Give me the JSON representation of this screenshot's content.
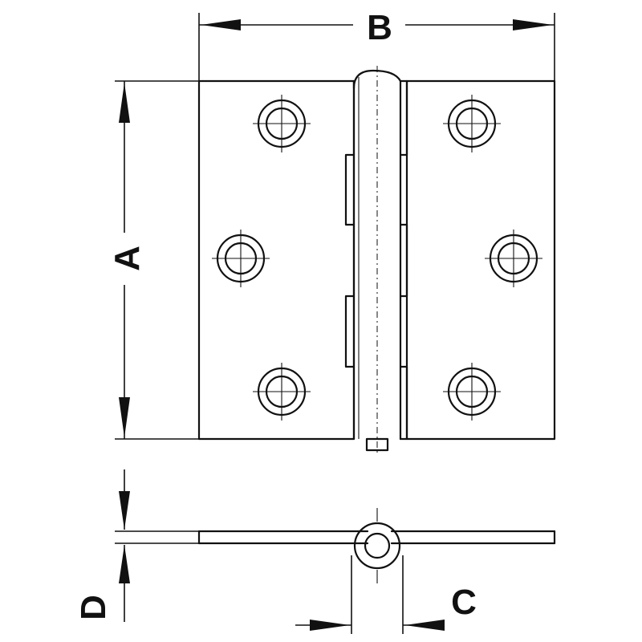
{
  "dimensions": {
    "a_label": "A",
    "b_label": "B",
    "c_label": "C",
    "d_label": "D"
  }
}
